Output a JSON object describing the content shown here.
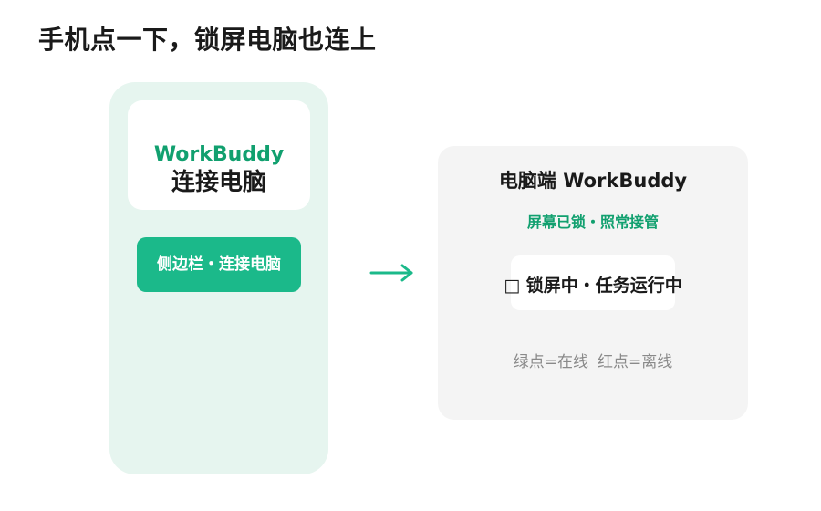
{
  "headline": "手机点一下，锁屏电脑也连上",
  "phone": {
    "app_name": "WorkBuddy",
    "action": "连接电脑",
    "button_label": "侧边栏・连接电脑"
  },
  "pc": {
    "title": "电脑端 WorkBuddy",
    "subtitle": "屏幕已锁・照常接管",
    "status_icon": "□",
    "status_text": "锁屏中・任务运行中",
    "legend_online": "绿点=在线",
    "legend_offline": "红点=离线"
  },
  "colors": {
    "accent": "#1bb98a",
    "accent_text": "#11a06f",
    "phone_bg": "#e6f5ef",
    "panel_bg": "#f4f4f4"
  },
  "icons": {
    "arrow": "arrow-right-icon"
  }
}
